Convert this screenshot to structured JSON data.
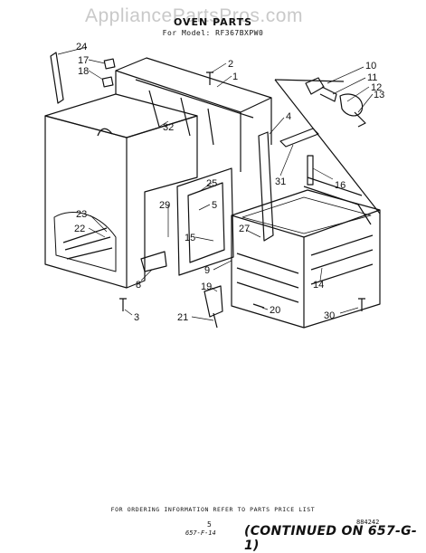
{
  "watermark": "AppliancePartsPros.com",
  "title": "OVEN PARTS",
  "subtitle": "For Model: RF367BXPW0",
  "callouts": [
    "24",
    "17",
    "18",
    "2",
    "1",
    "32",
    "10",
    "11",
    "12",
    "13",
    "4",
    "31",
    "16",
    "25",
    "29",
    "5",
    "23",
    "22",
    "27",
    "15",
    "8",
    "9",
    "19",
    "14",
    "3",
    "21",
    "20",
    "30"
  ],
  "footer": {
    "ordering_note": "FOR ORDERING INFORMATION REFER TO PARTS PRICE LIST",
    "page_number": "5",
    "ref_code": "884242",
    "handwritten_ref": "657-F-14",
    "continued_note": "(CONTINUED ON 657-G-1)"
  },
  "colors": {
    "ink": "#111111",
    "watermark": "#c9c9c9",
    "background": "#ffffff"
  }
}
